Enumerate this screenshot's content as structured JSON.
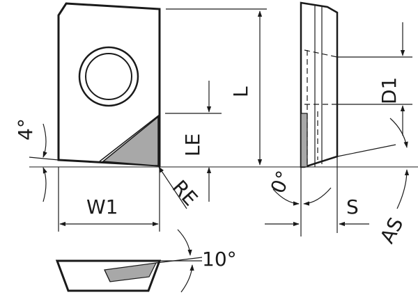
{
  "labels": {
    "angle_4": "4°",
    "w1": "W1",
    "re": "RE",
    "le": "LE",
    "l": "L",
    "d1": "D1",
    "angle_0": "0°",
    "s": "S",
    "as": "AS",
    "angle_10": "10°"
  },
  "colors": {
    "line": "#1a1a1a",
    "edge_fill": "#a8a8a8",
    "background": "#ffffff"
  }
}
